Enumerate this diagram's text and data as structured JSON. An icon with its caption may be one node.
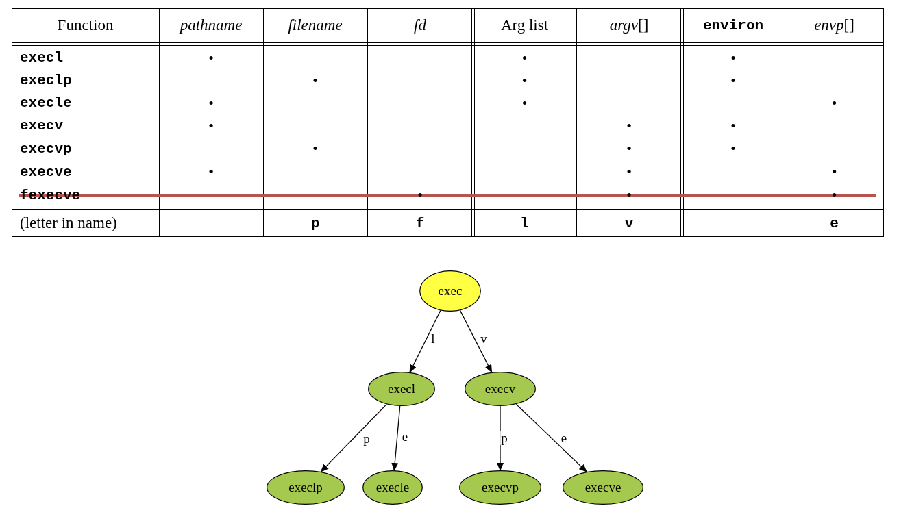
{
  "diagram": {
    "nodes": [
      {
        "text": [
          "exec"
        ]
      },
      {
        "text": [
          "execl"
        ]
      },
      {
        "text": [
          "execv"
        ]
      },
      {
        "text": [
          "execlp"
        ]
      },
      {
        "text": [
          "execle"
        ]
      },
      {
        "text": [
          "execvp"
        ]
      },
      {
        "text": [
          "execve"
        ]
      }
    ],
    "edges": [
      {
        "from": 0,
        "to": 1,
        "arrow": "to",
        "label": "l"
      },
      {
        "from": 0,
        "to": 2,
        "arrow": "to",
        "label": "v"
      },
      {
        "from": 1,
        "to": 3,
        "arrow": "to",
        "label": "p"
      },
      {
        "from": 1,
        "to": 4,
        "arrow": "to",
        "label": "e"
      },
      {
        "from": 2,
        "to": 5,
        "arrow": "to",
        "label": "p"
      },
      {
        "from": 2,
        "to": 6,
        "arrow": "to",
        "label": "e"
      }
    ],
    "labels": [
      "Function",
      "*pathname*",
      "*filename*",
      "*fd*",
      "Arg list",
      "*argv*[]",
      "environ",
      "*envp*[]",
      "execl",
      "•",
      "•",
      "•",
      "execlp",
      "•",
      "•",
      "•",
      "execle",
      "•",
      "•",
      "•",
      "execv",
      "•",
      "•",
      "•",
      "execvp",
      "•",
      "•",
      "•",
      "execve",
      "•",
      "•",
      "•",
      "fexecve",
      "•",
      "•",
      "•",
      "(letter in name)",
      "p",
      "f",
      "l",
      "v",
      "e"
    ]
  }
}
